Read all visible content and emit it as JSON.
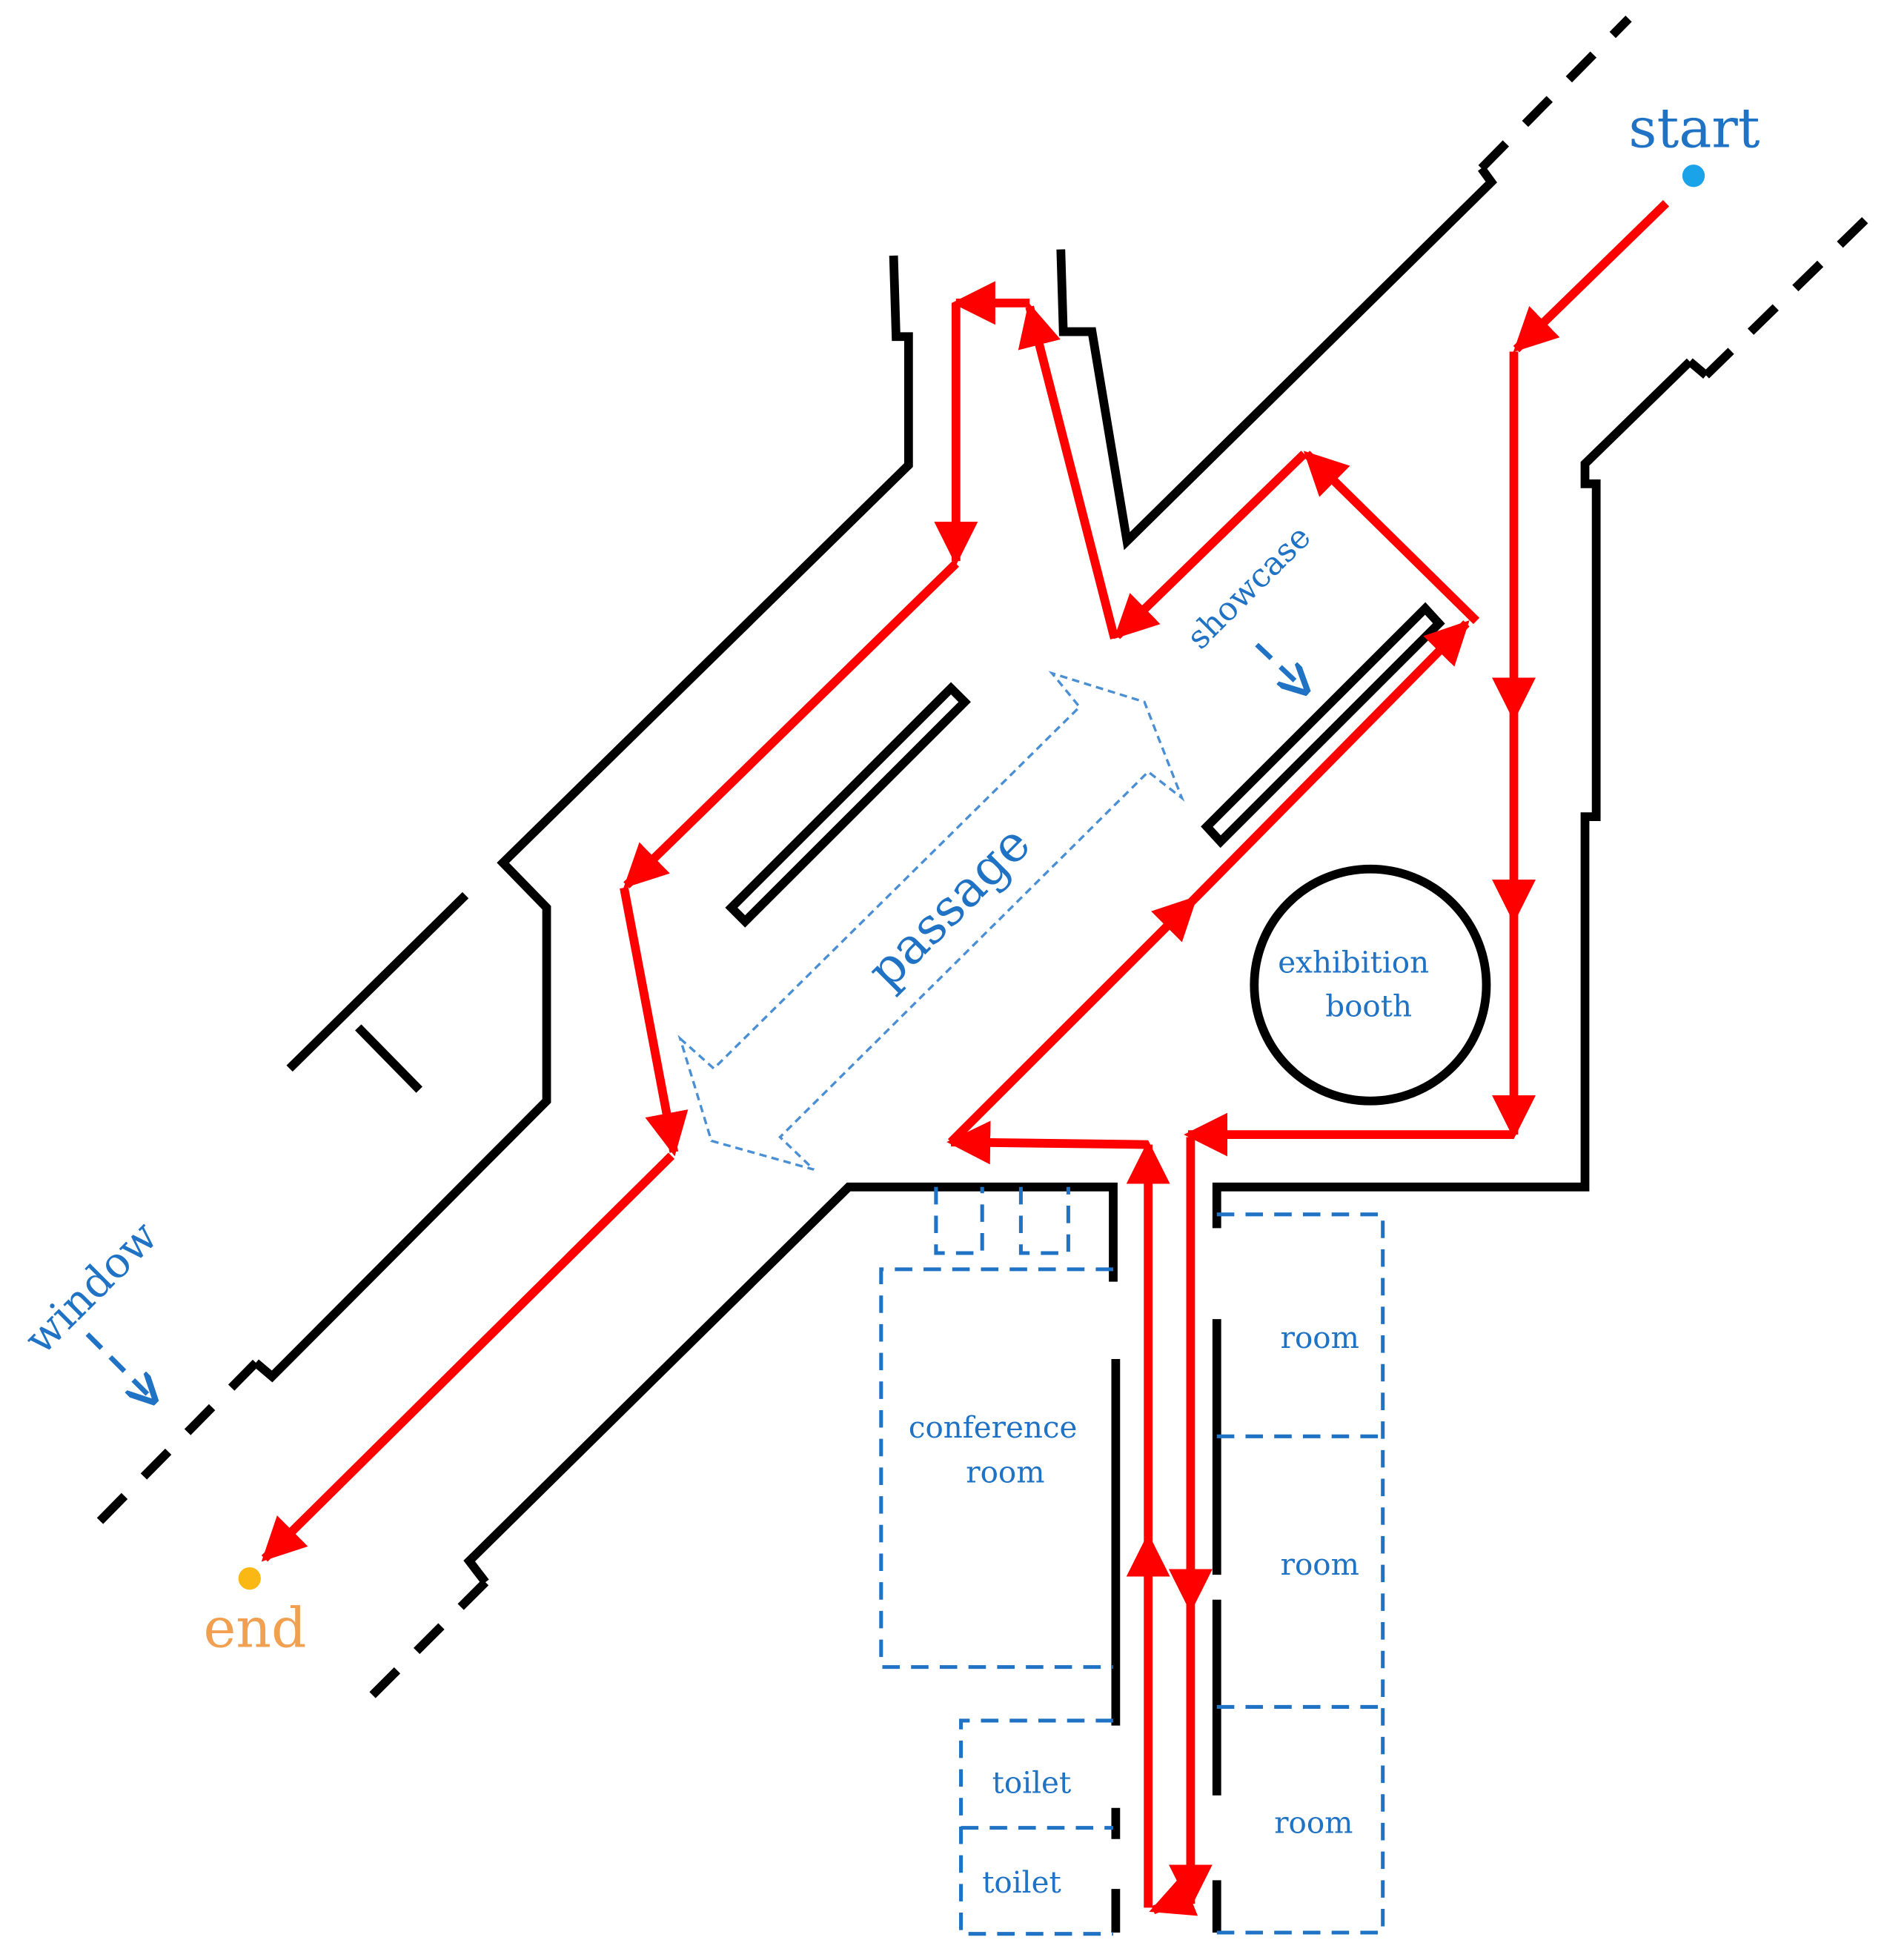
{
  "labels": {
    "start": "start",
    "end": "end",
    "passage": "passage",
    "showcase": "showcase",
    "window": "window",
    "exhibition": "exhibition",
    "booth": "booth",
    "conference": "conference",
    "conference_room": "room",
    "room_1": "room",
    "room_2": "room",
    "room_3": "room",
    "toilet_1": "toilet",
    "toilet_2": "toilet"
  },
  "colors": {
    "route": "#ff0000",
    "wall": "#000000",
    "label": "#1f72c4",
    "start_dot": "#1aa3e8",
    "end_dot": "#fbb814",
    "end_label": "#f0a050"
  }
}
